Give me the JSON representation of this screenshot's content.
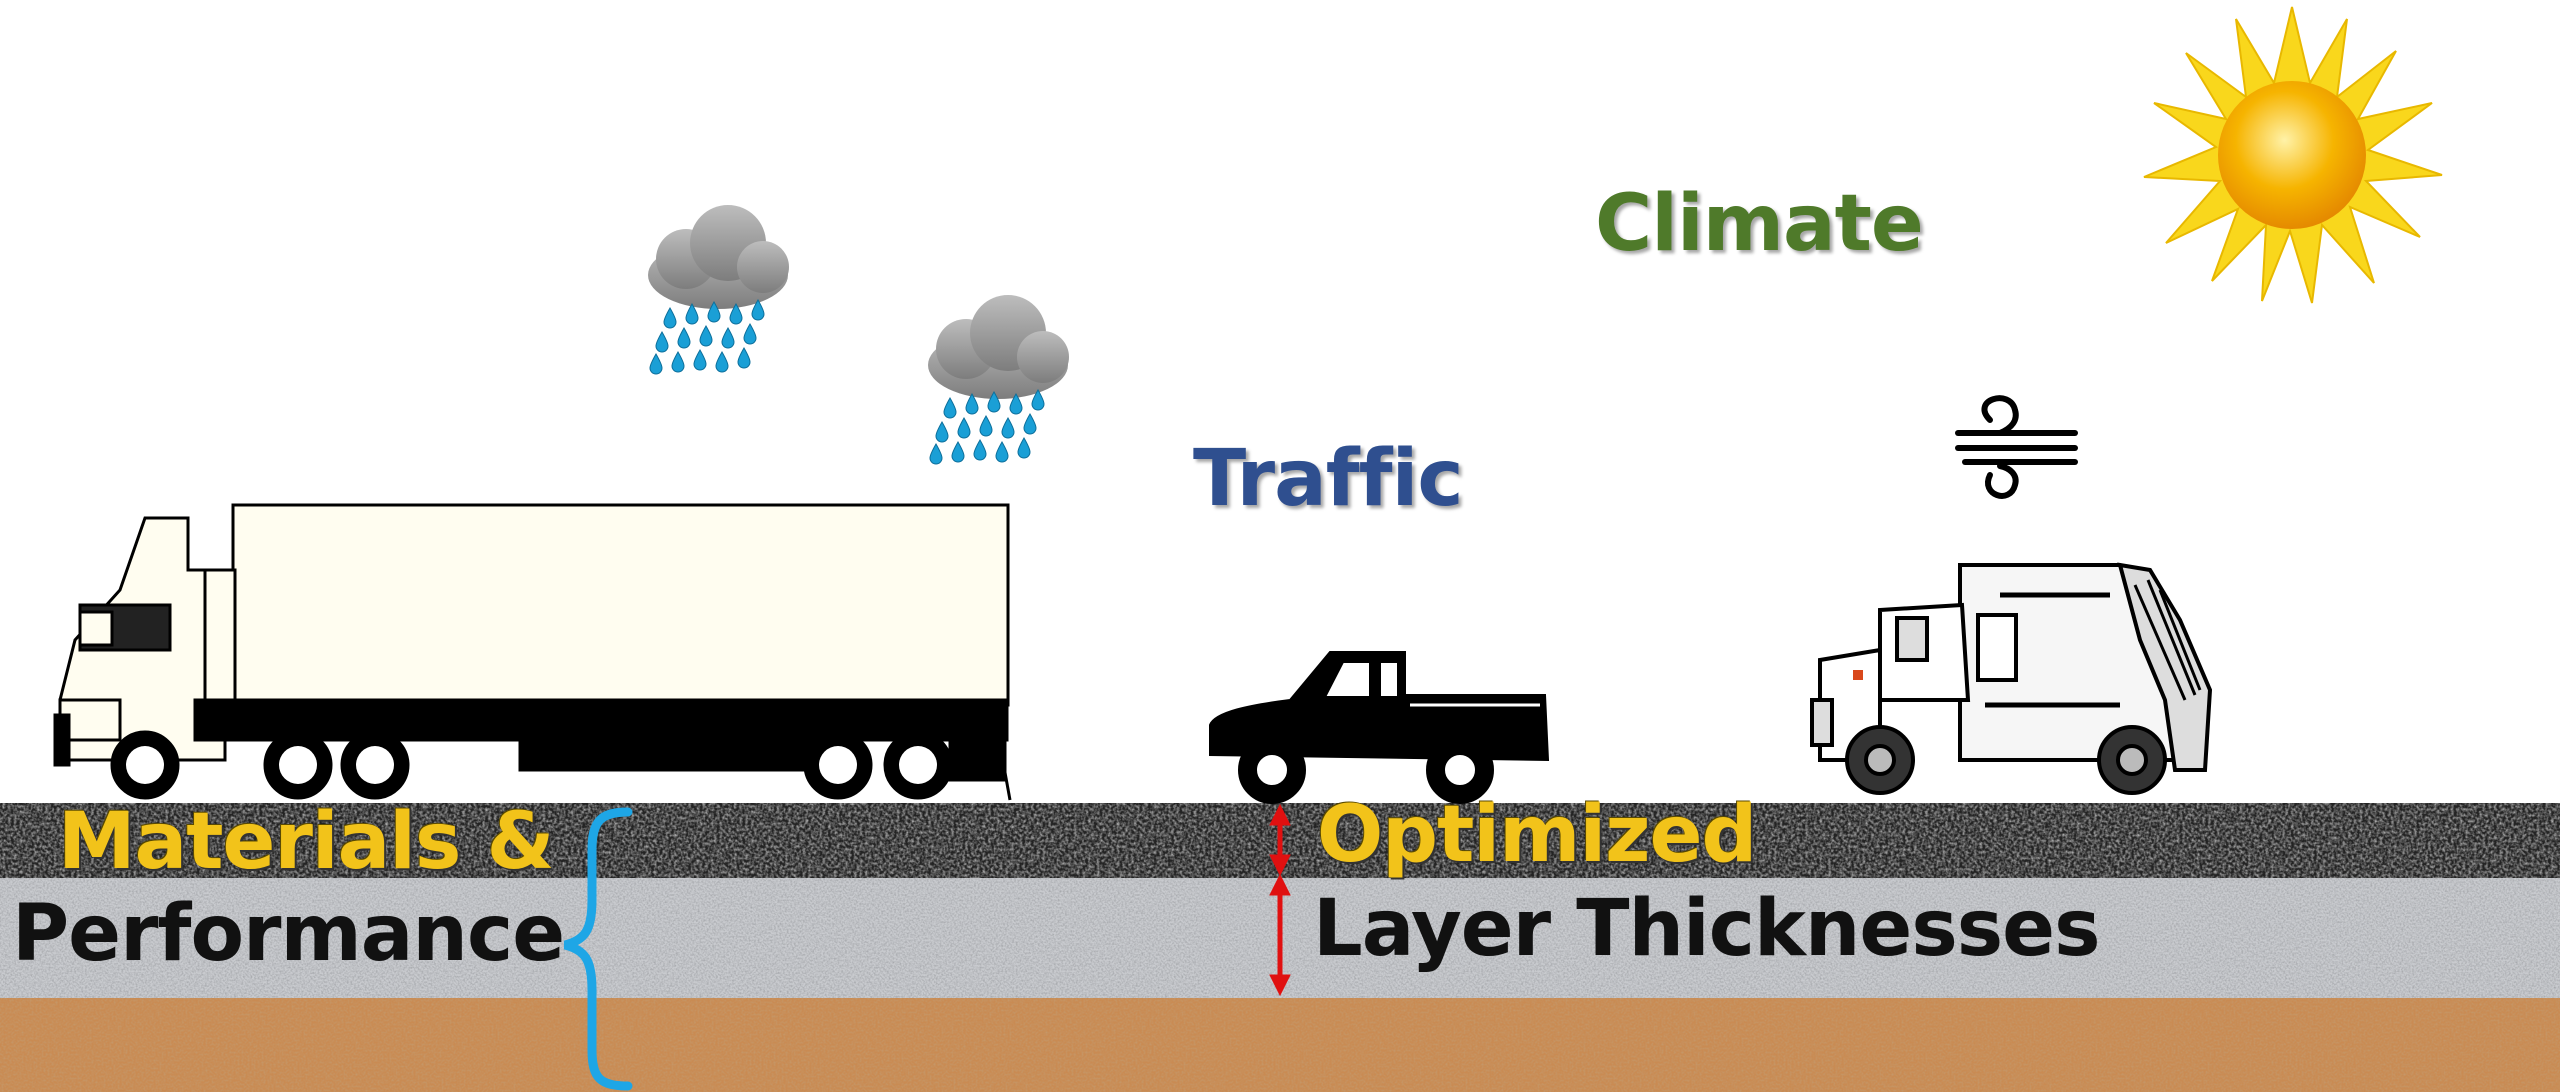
{
  "labels": {
    "climate": "Climate",
    "traffic": "Traffic",
    "materials_line1": "Materials &",
    "materials_line2": "Performance",
    "optimized_line1": "Optimized",
    "optimized_line2": "Layer Thicknesses"
  },
  "colors": {
    "climate": "#4f7a2a",
    "traffic": "#2f4f8f",
    "gold": "#f2c31a",
    "black": "#111111",
    "asphalt": "#232323",
    "base": "#c6c8cc",
    "subgrade": "#c88a52",
    "brace": "#1ea6e6",
    "arrow": "#e01010",
    "sun": "#f7b500",
    "cloud": "#9a9a9a",
    "rain": "#1a9fd6"
  },
  "icons": {
    "sun": "sun-icon",
    "rain_cloud": "rain-cloud-icon",
    "wind": "wind-icon",
    "semi_truck": "semi-truck-icon",
    "pickup": "pickup-truck-icon",
    "garbage_truck": "garbage-truck-icon",
    "brace": "curly-brace-icon",
    "arrow": "double-arrow-icon"
  }
}
